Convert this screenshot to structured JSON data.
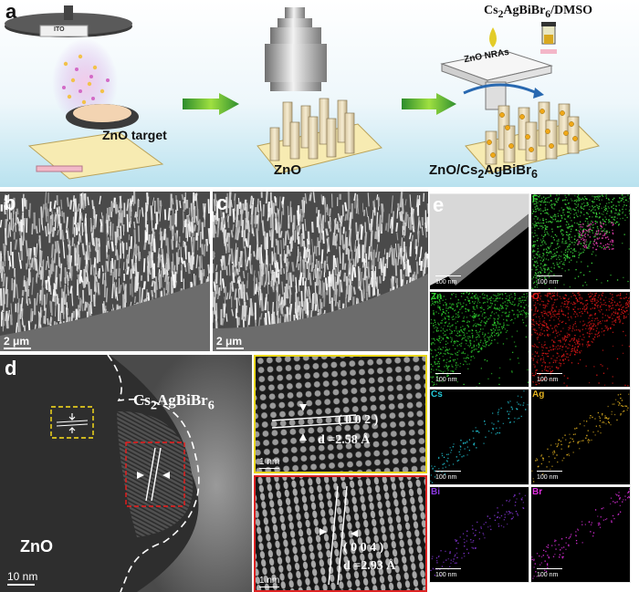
{
  "panel_a": {
    "letter": "a",
    "target_substrate": "ITO",
    "target_label": "ZnO  target",
    "product_1": "ZnO",
    "product_2_html": "ZnO/Cs<sub>2</sub>AgBiBr<sub>6</sub>",
    "holder_label": "ZnO NRAs",
    "precursor_html": "Cs<sub>2</sub>AgBiBr<sub>6</sub>/DMSO"
  },
  "panel_b": {
    "letter": "b",
    "scale": "2 μm"
  },
  "panel_c": {
    "letter": "c",
    "scale": "2 μm"
  },
  "panel_d": {
    "letter": "d",
    "perovskite_label_html": "Cs<sub>2</sub>AgBiBr<sub>6</sub>",
    "zno_label": "ZnO",
    "scale": "10 nm",
    "inset_top": {
      "plane": "( 0 0 2 )",
      "d_spacing": "d =2.58 Å",
      "scale": "1 nm"
    },
    "inset_bottom": {
      "plane": "( 0 0 4 )",
      "d_spacing": "d =2.93 Å",
      "scale": "1 nm"
    }
  },
  "panel_e": {
    "letter": "e",
    "maps": [
      {
        "tag": "",
        "scale": "100 nm",
        "color": "#ffffff"
      },
      {
        "tag": "F",
        "scale": "100 nm",
        "color": "#3ddc3d"
      },
      {
        "tag": "Zn",
        "scale": "100 nm",
        "color": "#2ecc2e"
      },
      {
        "tag": "O",
        "scale": "100 nm",
        "color": "#e01818"
      },
      {
        "tag": "Cs",
        "scale": "100 nm",
        "color": "#22c8d8"
      },
      {
        "tag": "Ag",
        "scale": "100 nm",
        "color": "#e0b020"
      },
      {
        "tag": "Bi",
        "scale": "100 nm",
        "color": "#8a38e0"
      },
      {
        "tag": "Br",
        "scale": "100 nm",
        "color": "#e02ee0"
      }
    ]
  }
}
